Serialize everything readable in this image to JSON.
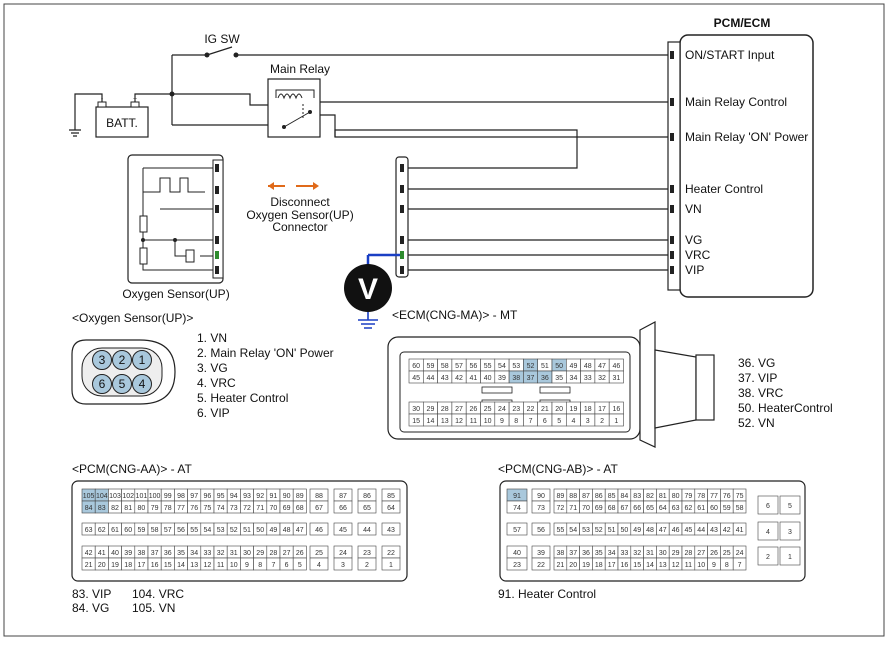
{
  "pcm": {
    "title": "PCM/ECM",
    "pins": [
      "ON/START Input",
      "Main Relay Control",
      "Main Relay 'ON' Power",
      "Heater Control",
      "VN",
      "VG",
      "VRC",
      "VIP"
    ]
  },
  "ig_sw": "IG SW",
  "main_relay": "Main Relay",
  "battery": {
    "label": "BATT.",
    "minus": "-",
    "plus": "+"
  },
  "instruction": [
    "Disconnect",
    "Oxygen Sensor(UP)",
    "Connector"
  ],
  "voltmeter": "V",
  "sensor_caption": "Oxygen Sensor(UP)",
  "o2_connector": {
    "title": "<Oxygen Sensor(UP)>",
    "pin_numbers": [
      "1",
      "2",
      "3",
      "4",
      "5",
      "6"
    ],
    "legend": [
      "1. VN",
      "2. Main Relay 'ON' Power",
      "3. VG",
      "4. VRC",
      "5. Heater Control",
      "6. VIP"
    ],
    "highlight_color": "#2e8b2e"
  },
  "ecm_ma": {
    "title": "<ECM(CNG-MA)> - MT",
    "row1": [
      "60",
      "59",
      "58",
      "57",
      "56",
      "55",
      "54",
      "53",
      "52",
      "51",
      "50",
      "49",
      "48",
      "47",
      "46"
    ],
    "row2": [
      "45",
      "44",
      "43",
      "42",
      "41",
      "40",
      "39",
      "38",
      "37",
      "36",
      "35",
      "34",
      "33",
      "32",
      "31"
    ],
    "row3": [
      "30",
      "29",
      "28",
      "27",
      "26",
      "25",
      "24",
      "23",
      "22",
      "21",
      "20",
      "19",
      "18",
      "17",
      "16"
    ],
    "row4": [
      "15",
      "14",
      "13",
      "12",
      "11",
      "10",
      "9",
      "8",
      "7",
      "6",
      "5",
      "4",
      "3",
      "2",
      "1"
    ],
    "legend": [
      "36. VG",
      "37. VIP",
      "38. VRC",
      "50. HeaterControl",
      "52. VN"
    ]
  },
  "pcm_aa": {
    "title": "<PCM(CNG-AA)> - AT",
    "main_row1": [
      "105",
      "104",
      "103",
      "102",
      "101",
      "100",
      "99",
      "98",
      "97",
      "96",
      "95",
      "94",
      "93",
      "92",
      "91",
      "90",
      "89"
    ],
    "main_row2": [
      "84",
      "83",
      "82",
      "81",
      "80",
      "79",
      "78",
      "77",
      "76",
      "75",
      "74",
      "73",
      "72",
      "71",
      "70",
      "69",
      "68"
    ],
    "main_row3": [
      "63",
      "62",
      "61",
      "60",
      "59",
      "58",
      "57",
      "56",
      "55",
      "54",
      "53",
      "52",
      "51",
      "50",
      "49",
      "48",
      "47"
    ],
    "main_row4": [
      "42",
      "41",
      "40",
      "39",
      "38",
      "37",
      "36",
      "35",
      "34",
      "33",
      "32",
      "31",
      "30",
      "29",
      "28",
      "27",
      "26"
    ],
    "main_row5": [
      "21",
      "20",
      "19",
      "18",
      "17",
      "16",
      "15",
      "14",
      "13",
      "12",
      "11",
      "10",
      "9",
      "8",
      "7",
      "6",
      "5"
    ],
    "side_row1": [
      "88",
      "87",
      "86",
      "85"
    ],
    "side_row2": [
      "67",
      "66",
      "65",
      "64"
    ],
    "side_row3": [
      "46",
      "45",
      "44",
      "43"
    ],
    "side_row4": [
      "25",
      "24",
      "23",
      "22"
    ],
    "side_row5": [
      "4",
      "3",
      "2",
      "1"
    ],
    "legend_left": [
      "83. VIP",
      "84. VG"
    ],
    "legend_right": [
      "104. VRC",
      "105. VN"
    ]
  },
  "pcm_ab": {
    "title": "<PCM(CNG-AB)> - AT",
    "col_left": [
      "91",
      "74",
      "57",
      "40",
      "23"
    ],
    "col_left2": [
      "90",
      "73",
      "56",
      "39",
      "22"
    ],
    "row1": [
      "89",
      "88",
      "87",
      "86",
      "85",
      "84",
      "83",
      "82",
      "81",
      "80",
      "79",
      "78",
      "77",
      "76",
      "75"
    ],
    "row2": [
      "72",
      "71",
      "70",
      "69",
      "68",
      "67",
      "66",
      "65",
      "64",
      "63",
      "62",
      "61",
      "60",
      "59",
      "58"
    ],
    "row3": [
      "55",
      "54",
      "53",
      "52",
      "51",
      "50",
      "49",
      "48",
      "47",
      "46",
      "45",
      "44",
      "43",
      "42",
      "41"
    ],
    "row4": [
      "38",
      "37",
      "36",
      "35",
      "34",
      "33",
      "32",
      "31",
      "30",
      "29",
      "28",
      "27",
      "26",
      "25",
      "24"
    ],
    "row5": [
      "21",
      "20",
      "19",
      "18",
      "17",
      "16",
      "15",
      "14",
      "13",
      "12",
      "11",
      "10",
      "9",
      "8",
      "7"
    ],
    "side": [
      "6",
      "5",
      "4",
      "3",
      "2",
      "1"
    ],
    "legend": [
      "91. Heater Control"
    ]
  },
  "colors": {
    "highlight": "#a9c8dc",
    "arrow": "#e06a1a",
    "probe": "#1a3fc4",
    "vrc": "#2e8b2e"
  }
}
